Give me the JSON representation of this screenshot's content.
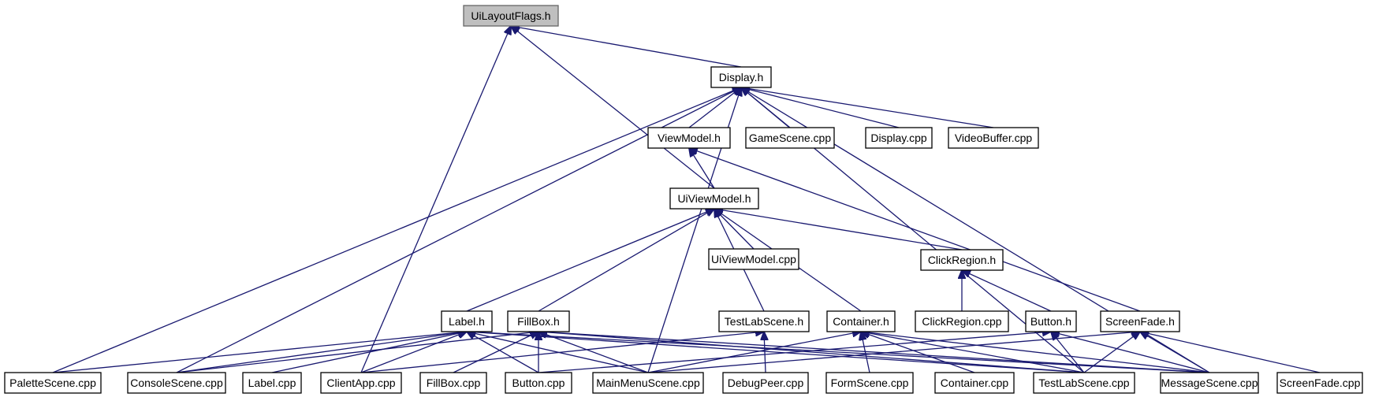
{
  "diagram": {
    "type": "include-dependency-graph",
    "root": "UiLayoutFlags.h",
    "colors": {
      "edge": "#191970",
      "root_fill": "#bfbfbf",
      "node_fill": "#ffffff",
      "node_border": "#000000"
    },
    "nodes": [
      {
        "id": "uilayoutflags_h",
        "label": "UiLayoutFlags.h"
      },
      {
        "id": "display_h",
        "label": "Display.h"
      },
      {
        "id": "viewmodel_h",
        "label": "ViewModel.h"
      },
      {
        "id": "gamescene_cpp",
        "label": "GameScene.cpp"
      },
      {
        "id": "display_cpp",
        "label": "Display.cpp"
      },
      {
        "id": "videobuffer_cpp",
        "label": "VideoBuffer.cpp"
      },
      {
        "id": "uiviewmodel_h",
        "label": "UiViewModel.h"
      },
      {
        "id": "uiviewmodel_cpp",
        "label": "UiViewModel.cpp"
      },
      {
        "id": "clickregion_h",
        "label": "ClickRegion.h"
      },
      {
        "id": "label_h",
        "label": "Label.h"
      },
      {
        "id": "fillbox_h",
        "label": "FillBox.h"
      },
      {
        "id": "testlabscene_h",
        "label": "TestLabScene.h"
      },
      {
        "id": "container_h",
        "label": "Container.h"
      },
      {
        "id": "clickregion_cpp",
        "label": "ClickRegion.cpp"
      },
      {
        "id": "button_h",
        "label": "Button.h"
      },
      {
        "id": "screenfade_h",
        "label": "ScreenFade.h"
      },
      {
        "id": "palettescene_cpp",
        "label": "PaletteScene.cpp"
      },
      {
        "id": "consolescene_cpp",
        "label": "ConsoleScene.cpp"
      },
      {
        "id": "label_cpp",
        "label": "Label.cpp"
      },
      {
        "id": "clientapp_cpp",
        "label": "ClientApp.cpp"
      },
      {
        "id": "fillbox_cpp",
        "label": "FillBox.cpp"
      },
      {
        "id": "button_cpp",
        "label": "Button.cpp"
      },
      {
        "id": "mainmenuscene_cpp",
        "label": "MainMenuScene.cpp"
      },
      {
        "id": "debugpeer_cpp",
        "label": "DebugPeer.cpp"
      },
      {
        "id": "formscene_cpp",
        "label": "FormScene.cpp"
      },
      {
        "id": "container_cpp",
        "label": "Container.cpp"
      },
      {
        "id": "testlabscene_cpp",
        "label": "TestLabScene.cpp"
      },
      {
        "id": "messagescene_cpp",
        "label": "MessageScene.cpp"
      },
      {
        "id": "screenfade_cpp",
        "label": "ScreenFade.cpp"
      }
    ],
    "edges": [
      {
        "from": "display_h",
        "to": "uilayoutflags_h"
      },
      {
        "from": "uiviewmodel_h",
        "to": "uilayoutflags_h"
      },
      {
        "from": "clientapp_cpp",
        "to": "uilayoutflags_h"
      },
      {
        "from": "viewmodel_h",
        "to": "display_h"
      },
      {
        "from": "gamescene_cpp",
        "to": "display_h"
      },
      {
        "from": "display_cpp",
        "to": "display_h"
      },
      {
        "from": "videobuffer_cpp",
        "to": "display_h"
      },
      {
        "from": "palettescene_cpp",
        "to": "display_h"
      },
      {
        "from": "consolescene_cpp",
        "to": "display_h"
      },
      {
        "from": "mainmenuscene_cpp",
        "to": "display_h"
      },
      {
        "from": "testlabscene_cpp",
        "to": "display_h"
      },
      {
        "from": "messagescene_cpp",
        "to": "display_h"
      },
      {
        "from": "uiviewmodel_h",
        "to": "viewmodel_h"
      },
      {
        "from": "screenfade_h",
        "to": "viewmodel_h"
      },
      {
        "from": "uiviewmodel_cpp",
        "to": "uiviewmodel_h"
      },
      {
        "from": "clickregion_h",
        "to": "uiviewmodel_h"
      },
      {
        "from": "label_h",
        "to": "uiviewmodel_h"
      },
      {
        "from": "fillbox_h",
        "to": "uiviewmodel_h"
      },
      {
        "from": "testlabscene_h",
        "to": "uiviewmodel_h"
      },
      {
        "from": "container_h",
        "to": "uiviewmodel_h"
      },
      {
        "from": "clickregion_cpp",
        "to": "clickregion_h"
      },
      {
        "from": "button_h",
        "to": "clickregion_h"
      },
      {
        "from": "palettescene_cpp",
        "to": "label_h"
      },
      {
        "from": "consolescene_cpp",
        "to": "label_h"
      },
      {
        "from": "label_cpp",
        "to": "label_h"
      },
      {
        "from": "clientapp_cpp",
        "to": "label_h"
      },
      {
        "from": "button_cpp",
        "to": "label_h"
      },
      {
        "from": "mainmenuscene_cpp",
        "to": "label_h"
      },
      {
        "from": "testlabscene_cpp",
        "to": "label_h"
      },
      {
        "from": "messagescene_cpp",
        "to": "label_h"
      },
      {
        "from": "consolescene_cpp",
        "to": "fillbox_h"
      },
      {
        "from": "fillbox_cpp",
        "to": "fillbox_h"
      },
      {
        "from": "button_cpp",
        "to": "fillbox_h"
      },
      {
        "from": "mainmenuscene_cpp",
        "to": "fillbox_h"
      },
      {
        "from": "testlabscene_cpp",
        "to": "fillbox_h"
      },
      {
        "from": "messagescene_cpp",
        "to": "fillbox_h"
      },
      {
        "from": "clientapp_cpp",
        "to": "testlabscene_h"
      },
      {
        "from": "debugpeer_cpp",
        "to": "testlabscene_h"
      },
      {
        "from": "mainmenuscene_cpp",
        "to": "container_h"
      },
      {
        "from": "formscene_cpp",
        "to": "container_h"
      },
      {
        "from": "container_cpp",
        "to": "container_h"
      },
      {
        "from": "testlabscene_cpp",
        "to": "container_h"
      },
      {
        "from": "messagescene_cpp",
        "to": "container_h"
      },
      {
        "from": "button_cpp",
        "to": "button_h"
      },
      {
        "from": "testlabscene_cpp",
        "to": "button_h"
      },
      {
        "from": "messagescene_cpp",
        "to": "button_h"
      },
      {
        "from": "mainmenuscene_cpp",
        "to": "screenfade_h"
      },
      {
        "from": "testlabscene_cpp",
        "to": "screenfade_h"
      },
      {
        "from": "messagescene_cpp",
        "to": "screenfade_h"
      },
      {
        "from": "screenfade_cpp",
        "to": "screenfade_h"
      }
    ]
  }
}
